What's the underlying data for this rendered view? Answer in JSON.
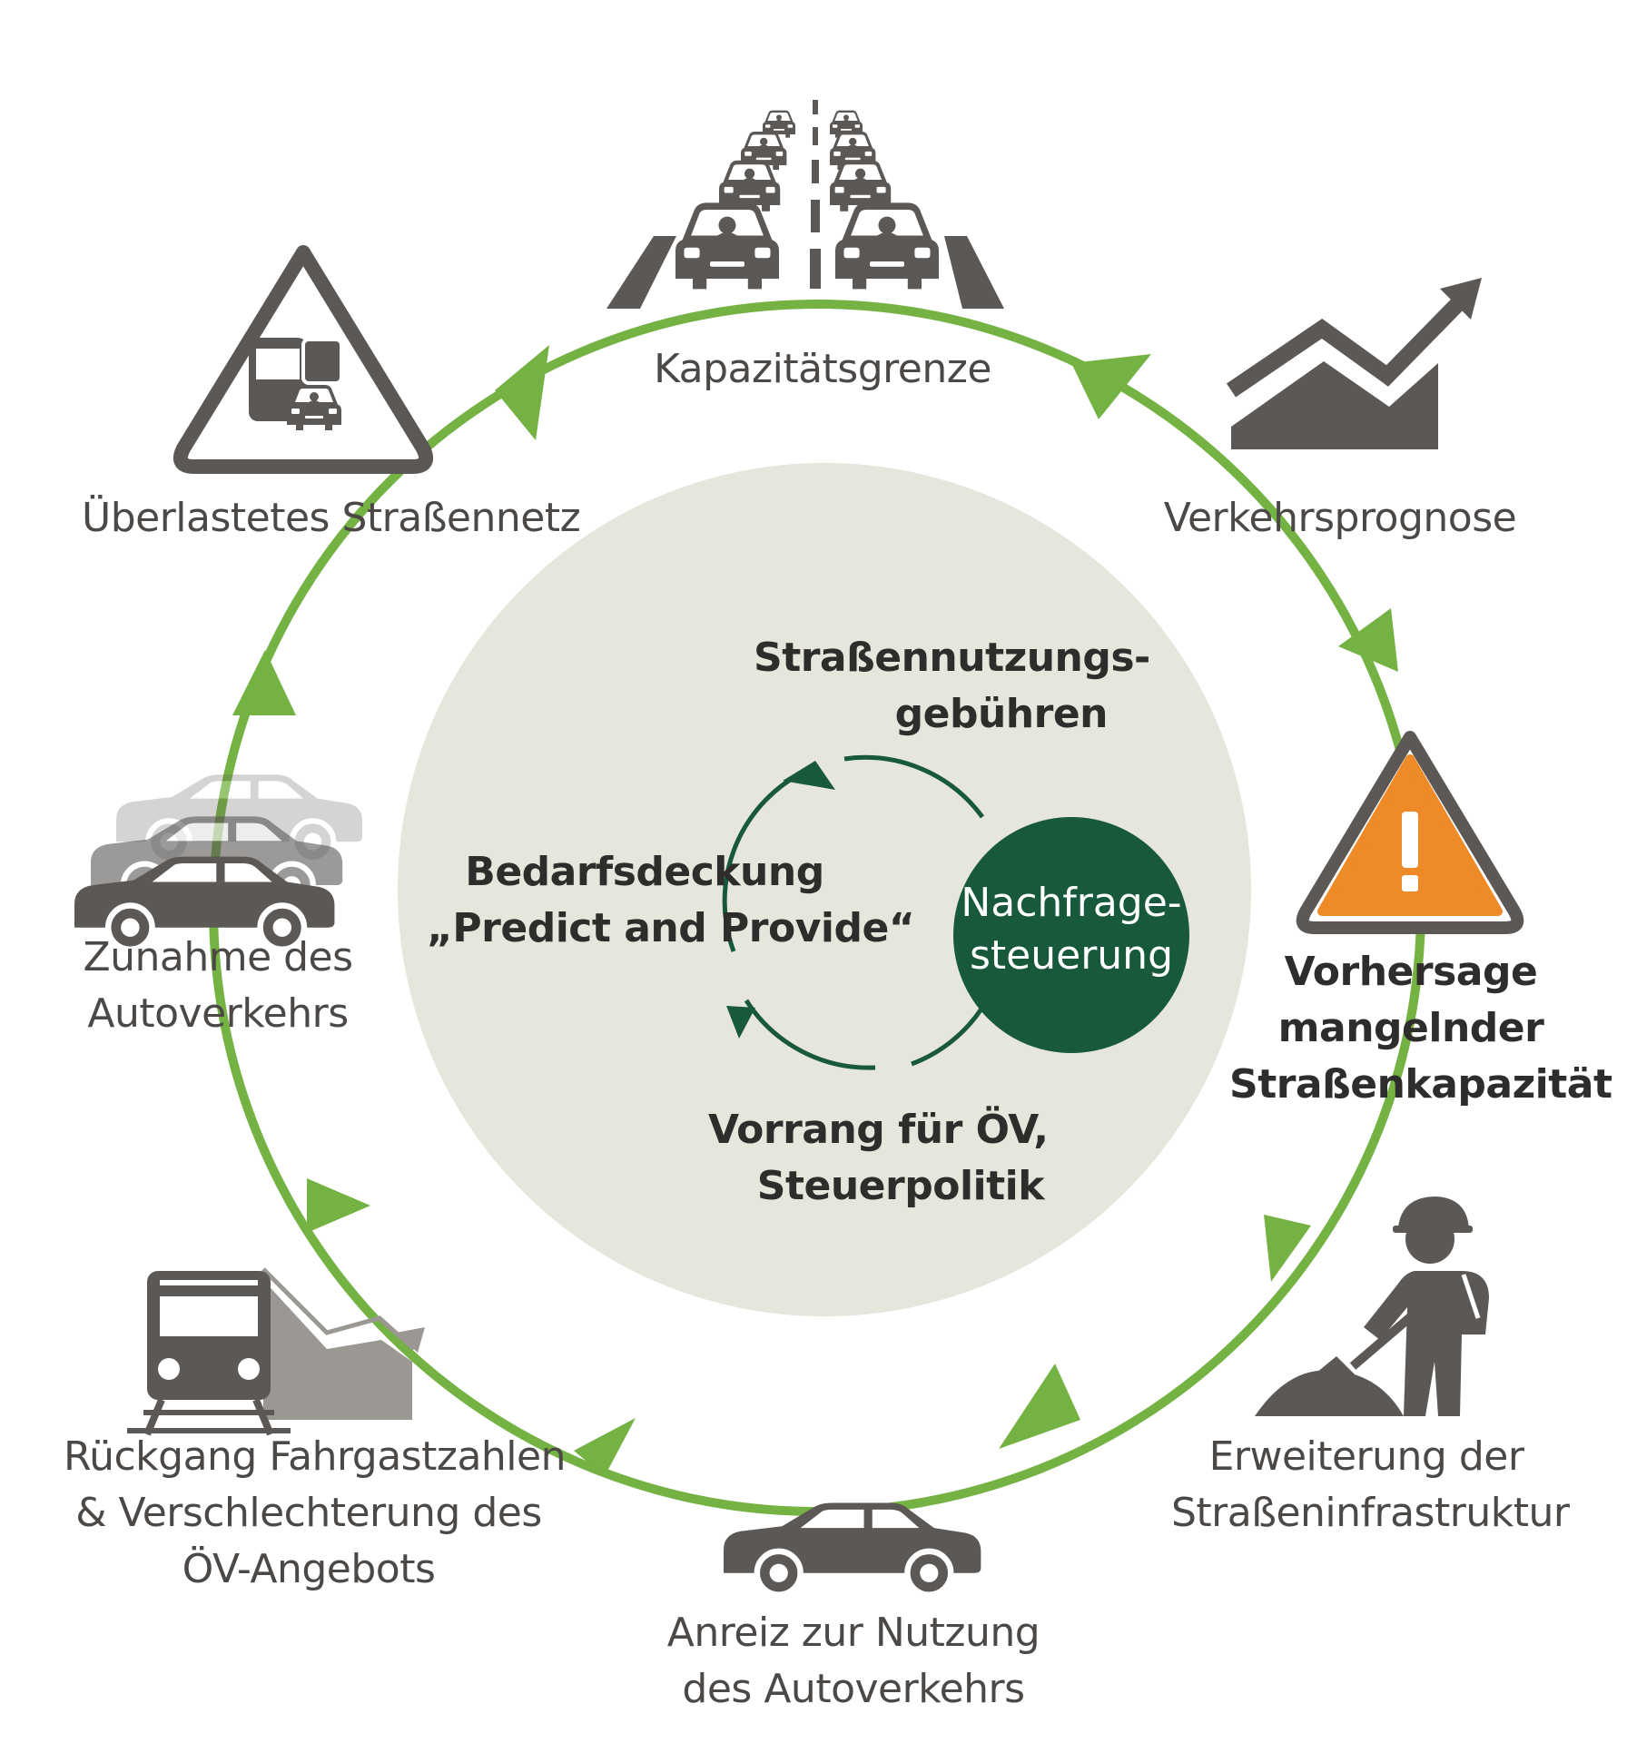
{
  "colors": {
    "ring": "#74b244",
    "inner_disc": "#e6e6dc",
    "core": "#17593a",
    "icon": "#5b5855",
    "warning": "#ef8a28"
  },
  "outer_cycle": [
    {
      "id": "capacity",
      "icon": "traffic-jam-icon",
      "lines": [
        "Kapazitätsgrenze"
      ]
    },
    {
      "id": "forecast",
      "icon": "rising-trend-icon",
      "lines": [
        "Verkehrsprognose"
      ]
    },
    {
      "id": "warning",
      "icon": "warning-icon",
      "lines": [
        "Vorhersage",
        "mangelnder",
        "Straßenkapazität"
      ]
    },
    {
      "id": "expansion",
      "icon": "construction-worker-icon",
      "lines": [
        "Erweiterung der",
        "Straßeninfrastruktur"
      ]
    },
    {
      "id": "incentive",
      "icon": "car-icon",
      "lines": [
        "Anreiz zur Nutzung",
        "des Autoverkehrs"
      ]
    },
    {
      "id": "decline",
      "icon": "train-decline-icon",
      "lines": [
        "Rückgang Fahrgastzahlen",
        "& Verschlechterung des",
        "ÖV-Angebots"
      ]
    },
    {
      "id": "growth",
      "icon": "multiple-cars-icon",
      "lines": [
        "Zunahme des",
        "Autoverkehrs"
      ]
    },
    {
      "id": "overload",
      "icon": "overloaded-road-icon",
      "lines": [
        "Überlastetes Straßennetz"
      ]
    }
  ],
  "inner": {
    "approach": [
      "Bedarfsdeckung",
      "„Predict and Provide“"
    ],
    "measure_top": [
      "Straßennutzungs-",
      "gebühren"
    ],
    "measure_bottom": [
      "Vorrang für ÖV,",
      "Steuerpolitik"
    ],
    "core": [
      "Nachfrage-",
      "steuerung"
    ]
  }
}
